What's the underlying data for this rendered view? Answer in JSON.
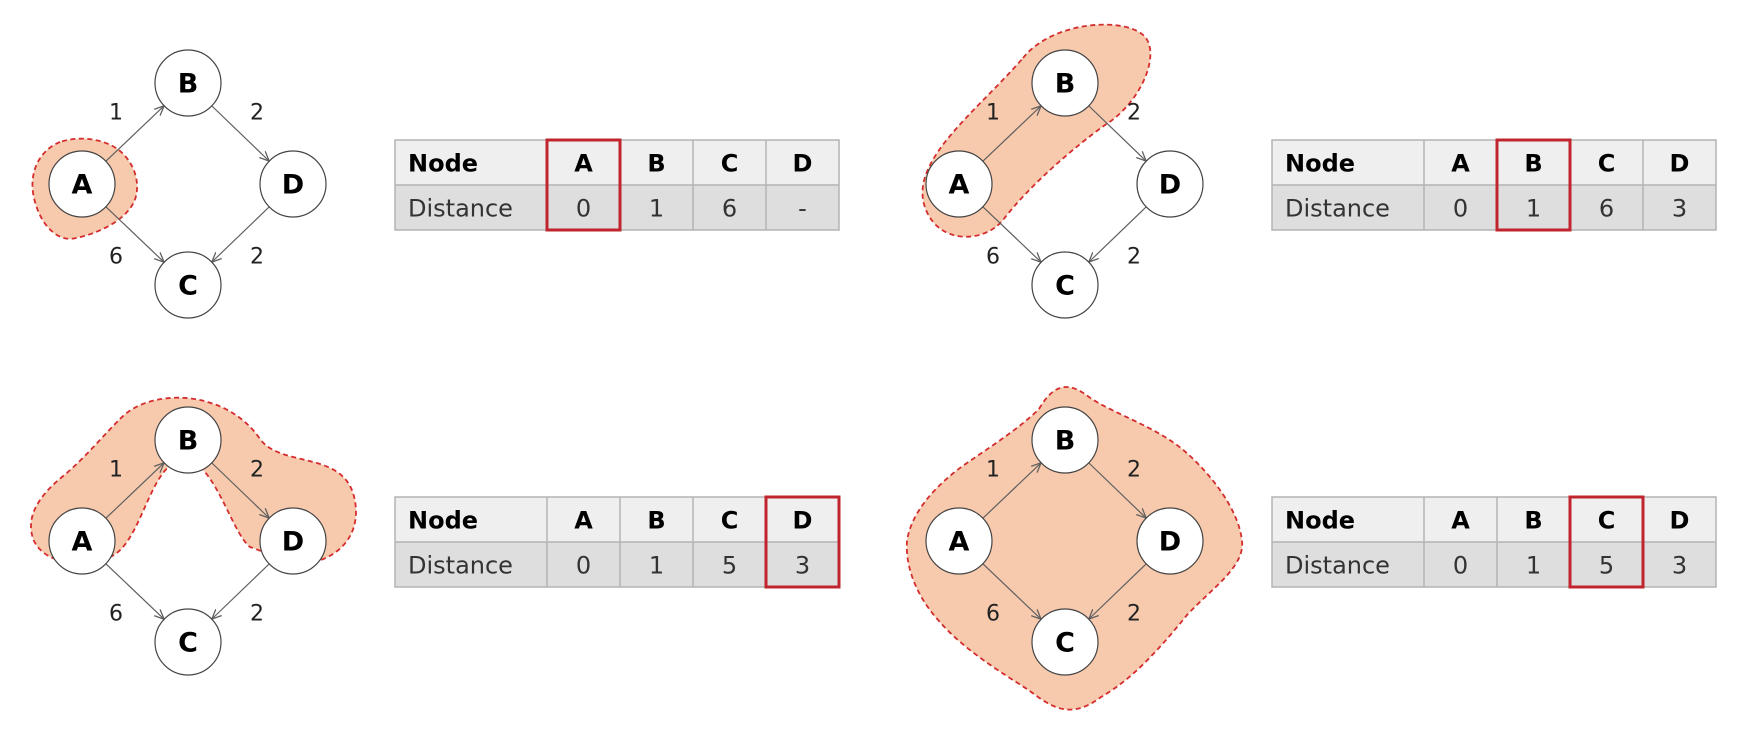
{
  "colors": {
    "region_fill": "#f7c9ad",
    "region_stroke": "#d42d2d",
    "highlight": "#c0242c",
    "header_bg": "#efefef",
    "row_bg": "#dedede",
    "cell_border": "#b4b4b4",
    "edge": "#606060"
  },
  "panels": [
    {
      "nodes": {
        "A": "A",
        "B": "B",
        "C": "C",
        "D": "D"
      },
      "edges": [
        {
          "from": "A",
          "to": "B",
          "weight": "1"
        },
        {
          "from": "B",
          "to": "D",
          "weight": "2"
        },
        {
          "from": "A",
          "to": "C",
          "weight": "6"
        },
        {
          "from": "D",
          "to": "C",
          "weight": "2"
        }
      ],
      "visited": [
        "A"
      ],
      "table": {
        "row_headers": [
          "Node",
          "Distance"
        ],
        "columns": [
          "A",
          "B",
          "C",
          "D"
        ],
        "distances": [
          "0",
          "1",
          "6",
          "-"
        ],
        "highlight": "A"
      }
    },
    {
      "nodes": {
        "A": "A",
        "B": "B",
        "C": "C",
        "D": "D"
      },
      "edges": [
        {
          "from": "A",
          "to": "B",
          "weight": "1"
        },
        {
          "from": "B",
          "to": "D",
          "weight": "2"
        },
        {
          "from": "A",
          "to": "C",
          "weight": "6"
        },
        {
          "from": "D",
          "to": "C",
          "weight": "2"
        }
      ],
      "visited": [
        "A",
        "B"
      ],
      "table": {
        "row_headers": [
          "Node",
          "Distance"
        ],
        "columns": [
          "A",
          "B",
          "C",
          "D"
        ],
        "distances": [
          "0",
          "1",
          "6",
          "3"
        ],
        "highlight": "B"
      }
    },
    {
      "nodes": {
        "A": "A",
        "B": "B",
        "C": "C",
        "D": "D"
      },
      "edges": [
        {
          "from": "A",
          "to": "B",
          "weight": "1"
        },
        {
          "from": "B",
          "to": "D",
          "weight": "2"
        },
        {
          "from": "A",
          "to": "C",
          "weight": "6"
        },
        {
          "from": "D",
          "to": "C",
          "weight": "2"
        }
      ],
      "visited": [
        "A",
        "B",
        "D"
      ],
      "table": {
        "row_headers": [
          "Node",
          "Distance"
        ],
        "columns": [
          "A",
          "B",
          "C",
          "D"
        ],
        "distances": [
          "0",
          "1",
          "5",
          "3"
        ],
        "highlight": "D"
      }
    },
    {
      "nodes": {
        "A": "A",
        "B": "B",
        "C": "C",
        "D": "D"
      },
      "edges": [
        {
          "from": "A",
          "to": "B",
          "weight": "1"
        },
        {
          "from": "B",
          "to": "D",
          "weight": "2"
        },
        {
          "from": "A",
          "to": "C",
          "weight": "6"
        },
        {
          "from": "D",
          "to": "C",
          "weight": "2"
        }
      ],
      "visited": [
        "A",
        "B",
        "D",
        "C"
      ],
      "table": {
        "row_headers": [
          "Node",
          "Distance"
        ],
        "columns": [
          "A",
          "B",
          "C",
          "D"
        ],
        "distances": [
          "0",
          "1",
          "5",
          "3"
        ],
        "highlight": "C"
      }
    }
  ]
}
